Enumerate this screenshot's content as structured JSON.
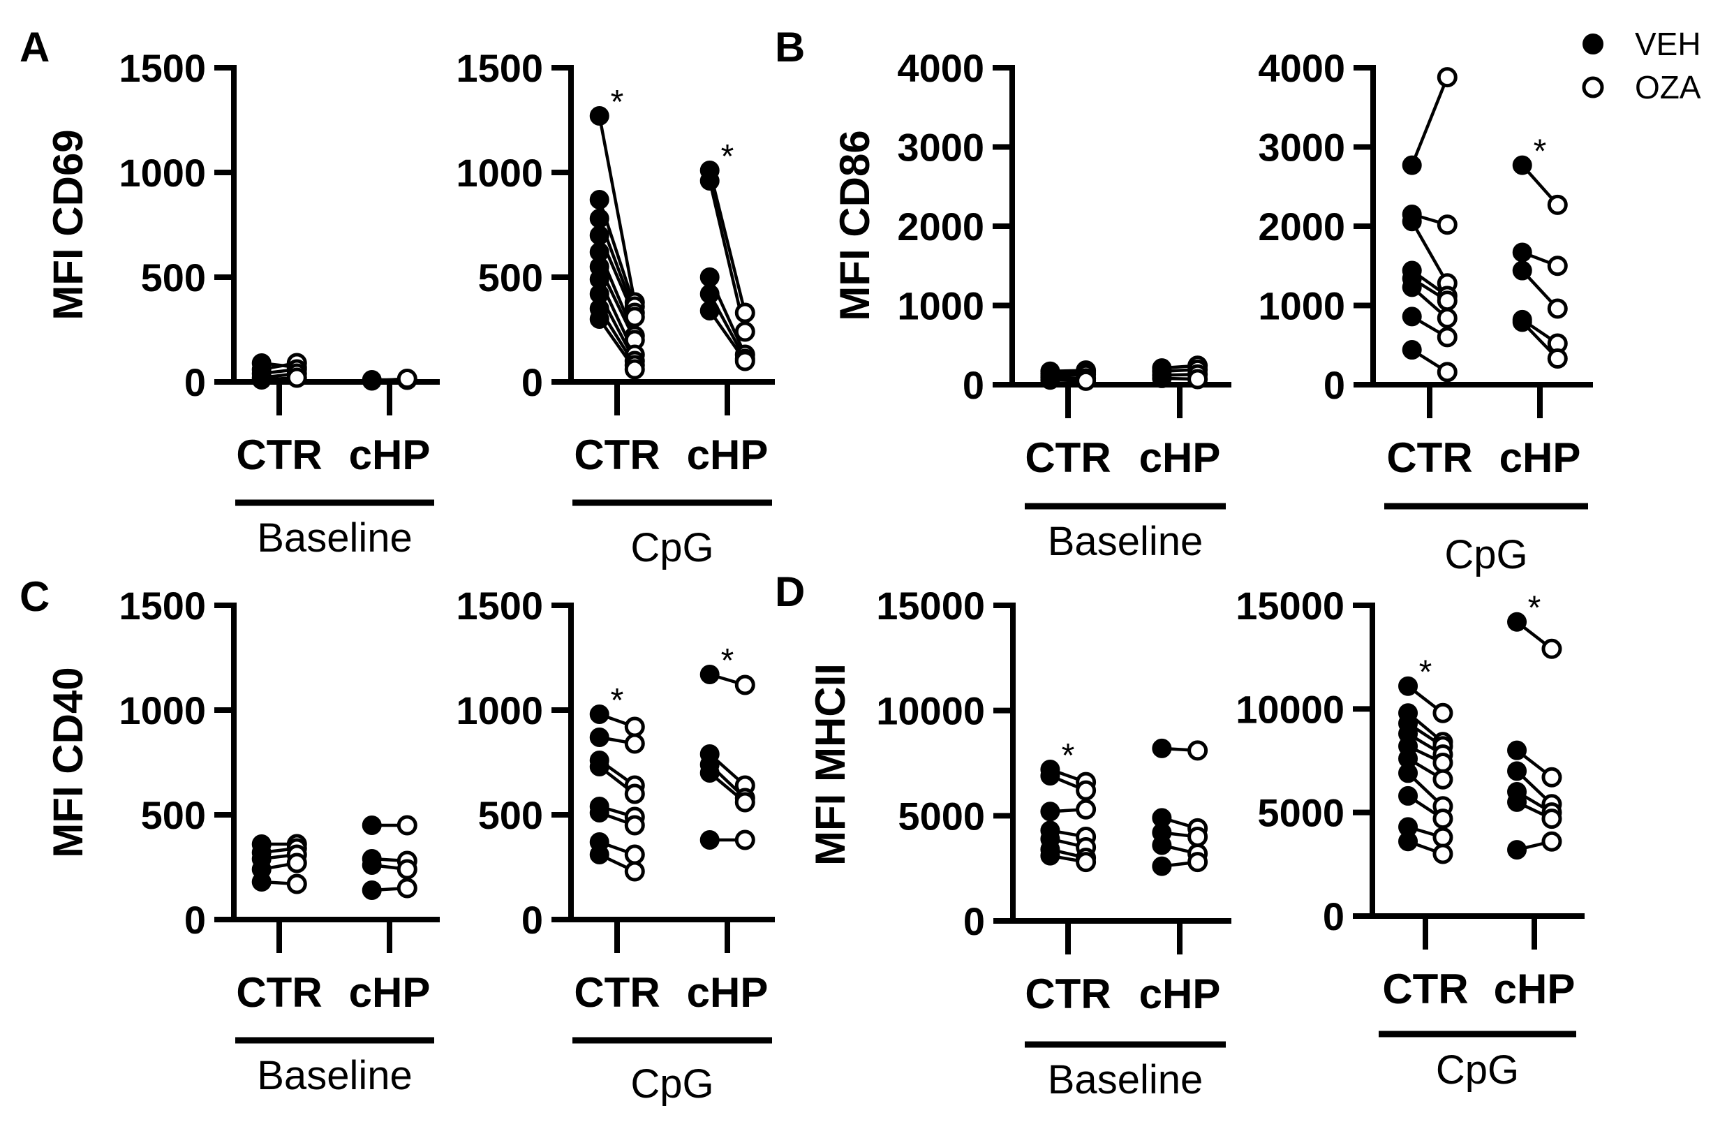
{
  "legend": [
    {
      "name": "VEH",
      "marker": "filled-circle"
    },
    {
      "name": "OZA",
      "marker": "open-circle"
    }
  ],
  "colors": {
    "ink": "#000000",
    "background": "#ffffff"
  },
  "chart_data": [
    {
      "type": "scatter",
      "style": "paired-dot",
      "panel": "A",
      "ylabel": "MFI CD69",
      "group_label": "Baseline",
      "categories": [
        "CTR",
        "cHP"
      ],
      "ylim": [
        0,
        1500
      ],
      "yticks": [
        "0",
        "500",
        "1000",
        "1500"
      ],
      "pairs": [
        [
          [
            90,
            70
          ],
          [
            60,
            90
          ],
          [
            40,
            60
          ],
          [
            20,
            40
          ],
          [
            10,
            20
          ]
        ],
        [
          [
            10,
            10
          ],
          [
            5,
            15
          ]
        ]
      ],
      "significant": [
        false,
        false
      ]
    },
    {
      "type": "scatter",
      "style": "paired-dot",
      "panel": "A",
      "ylabel": "",
      "group_label": "CpG",
      "categories": [
        "CTR",
        "cHP"
      ],
      "ylim": [
        0,
        1500
      ],
      "yticks": [
        "0",
        "500",
        "1000",
        "1500"
      ],
      "pairs": [
        [
          [
            1270,
            380
          ],
          [
            870,
            360
          ],
          [
            780,
            330
          ],
          [
            700,
            310
          ],
          [
            620,
            220
          ],
          [
            550,
            200
          ],
          [
            490,
            130
          ],
          [
            420,
            100
          ],
          [
            350,
            80
          ],
          [
            300,
            60
          ]
        ],
        [
          [
            1010,
            330
          ],
          [
            960,
            240
          ],
          [
            500,
            130
          ],
          [
            420,
            110
          ],
          [
            340,
            100
          ]
        ]
      ],
      "significant": [
        true,
        true
      ]
    },
    {
      "type": "scatter",
      "style": "paired-dot",
      "panel": "B",
      "ylabel": "MFI CD86",
      "group_label": "Baseline",
      "categories": [
        "CTR",
        "cHP"
      ],
      "ylim": [
        0,
        4000
      ],
      "yticks": [
        "0",
        "1000",
        "2000",
        "3000",
        "4000"
      ],
      "pairs": [
        [
          [
            170,
            180
          ],
          [
            140,
            160
          ],
          [
            110,
            130
          ],
          [
            90,
            80
          ],
          [
            60,
            50
          ]
        ],
        [
          [
            210,
            240
          ],
          [
            170,
            190
          ],
          [
            120,
            130
          ],
          [
            80,
            70
          ]
        ]
      ],
      "significant": [
        false,
        false
      ]
    },
    {
      "type": "scatter",
      "style": "paired-dot",
      "panel": "B",
      "ylabel": "",
      "group_label": "CpG",
      "categories": [
        "CTR",
        "cHP"
      ],
      "ylim": [
        0,
        4000
      ],
      "yticks": [
        "0",
        "1000",
        "2000",
        "3000",
        "4000"
      ],
      "pairs": [
        [
          [
            2770,
            3880
          ],
          [
            2150,
            2020
          ],
          [
            2060,
            1280
          ],
          [
            1440,
            1120
          ],
          [
            1340,
            1060
          ],
          [
            1230,
            840
          ],
          [
            860,
            600
          ],
          [
            440,
            160
          ]
        ],
        [
          [
            2770,
            2270
          ],
          [
            1670,
            1500
          ],
          [
            1440,
            960
          ],
          [
            820,
            520
          ],
          [
            790,
            330
          ]
        ]
      ],
      "significant": [
        false,
        true
      ]
    },
    {
      "type": "scatter",
      "style": "paired-dot",
      "panel": "C",
      "ylabel": "MFI CD40",
      "group_label": "Baseline",
      "categories": [
        "CTR",
        "cHP"
      ],
      "ylim": [
        0,
        1500
      ],
      "yticks": [
        "0",
        "500",
        "1000",
        "1500"
      ],
      "pairs": [
        [
          [
            360,
            360
          ],
          [
            320,
            340
          ],
          [
            290,
            310
          ],
          [
            240,
            270
          ],
          [
            180,
            170
          ]
        ],
        [
          [
            450,
            450
          ],
          [
            290,
            280
          ],
          [
            260,
            240
          ],
          [
            140,
            150
          ]
        ]
      ],
      "significant": [
        false,
        false
      ]
    },
    {
      "type": "scatter",
      "style": "paired-dot",
      "panel": "C",
      "ylabel": "",
      "group_label": "CpG",
      "categories": [
        "CTR",
        "cHP"
      ],
      "ylim": [
        0,
        1500
      ],
      "yticks": [
        "0",
        "500",
        "1000",
        "1500"
      ],
      "pairs": [
        [
          [
            980,
            920
          ],
          [
            870,
            840
          ],
          [
            760,
            640
          ],
          [
            730,
            600
          ],
          [
            540,
            490
          ],
          [
            510,
            450
          ],
          [
            370,
            310
          ],
          [
            310,
            230
          ]
        ],
        [
          [
            1170,
            1120
          ],
          [
            790,
            640
          ],
          [
            740,
            580
          ],
          [
            700,
            560
          ],
          [
            380,
            380
          ]
        ]
      ],
      "significant": [
        true,
        true
      ]
    },
    {
      "type": "scatter",
      "style": "paired-dot",
      "panel": "D",
      "ylabel": "MFI MHCII",
      "group_label": "Baseline",
      "categories": [
        "CTR",
        "cHP"
      ],
      "ylim": [
        0,
        15000
      ],
      "yticks": [
        "0",
        "5000",
        "10000",
        "15000"
      ],
      "pairs": [
        [
          [
            7200,
            6600
          ],
          [
            6900,
            6200
          ],
          [
            5200,
            5300
          ],
          [
            4300,
            4000
          ],
          [
            3900,
            3500
          ],
          [
            3400,
            3000
          ],
          [
            3100,
            2800
          ]
        ],
        [
          [
            8200,
            8100
          ],
          [
            4900,
            4400
          ],
          [
            4200,
            4000
          ],
          [
            3600,
            3200
          ],
          [
            2600,
            2800
          ]
        ]
      ],
      "significant": [
        true,
        false
      ]
    },
    {
      "type": "scatter",
      "style": "paired-dot",
      "panel": "D",
      "ylabel": "",
      "group_label": "CpG",
      "categories": [
        "CTR",
        "cHP"
      ],
      "ylim": [
        0,
        15000
      ],
      "yticks": [
        "0",
        "5000",
        "10000",
        "15000"
      ],
      "pairs": [
        [
          [
            11100,
            9800
          ],
          [
            9800,
            8400
          ],
          [
            9300,
            8200
          ],
          [
            8800,
            7800
          ],
          [
            8200,
            7400
          ],
          [
            7600,
            6600
          ],
          [
            6900,
            5300
          ],
          [
            5800,
            4700
          ],
          [
            4300,
            3800
          ],
          [
            3600,
            3000
          ]
        ],
        [
          [
            14200,
            12900
          ],
          [
            8000,
            6700
          ],
          [
            7000,
            5400
          ],
          [
            6000,
            5000
          ],
          [
            5500,
            4700
          ],
          [
            3200,
            3600
          ]
        ]
      ],
      "significant": [
        true,
        true
      ]
    }
  ]
}
